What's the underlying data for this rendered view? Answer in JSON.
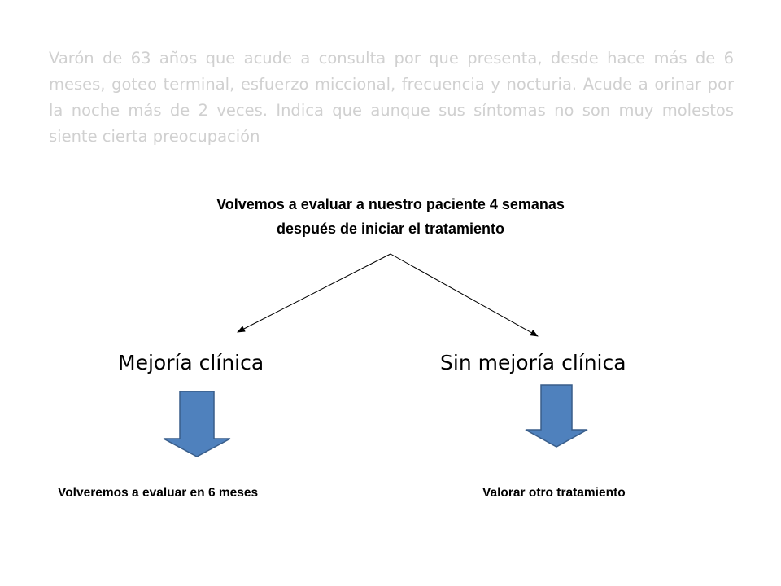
{
  "case_description": "Varón de 63 años que acude a consulta por que presenta, desde hace más de 6 meses, goteo terminal, esfuerzo miccional, frecuencia y nocturia. Acude a orinar por la noche más de 2 veces. Indica que aunque sus síntomas no son muy molestos siente cierta preocupación",
  "question": {
    "line1": "Volvemos a evaluar a nuestro paciente 4 semanas",
    "line2": "después de iniciar el tratamiento"
  },
  "branches": {
    "left": {
      "label": "Mejoría clínica",
      "outcome": "Volveremos a evaluar en 6 meses"
    },
    "right": {
      "label": "Sin mejoría clínica",
      "outcome": "Valorar otro tratamiento"
    }
  },
  "colors": {
    "case_text": "#d0d0d0",
    "arrow_fill": "#4f81bd",
    "arrow_stroke": "#385d8a",
    "connector": "#000000"
  }
}
